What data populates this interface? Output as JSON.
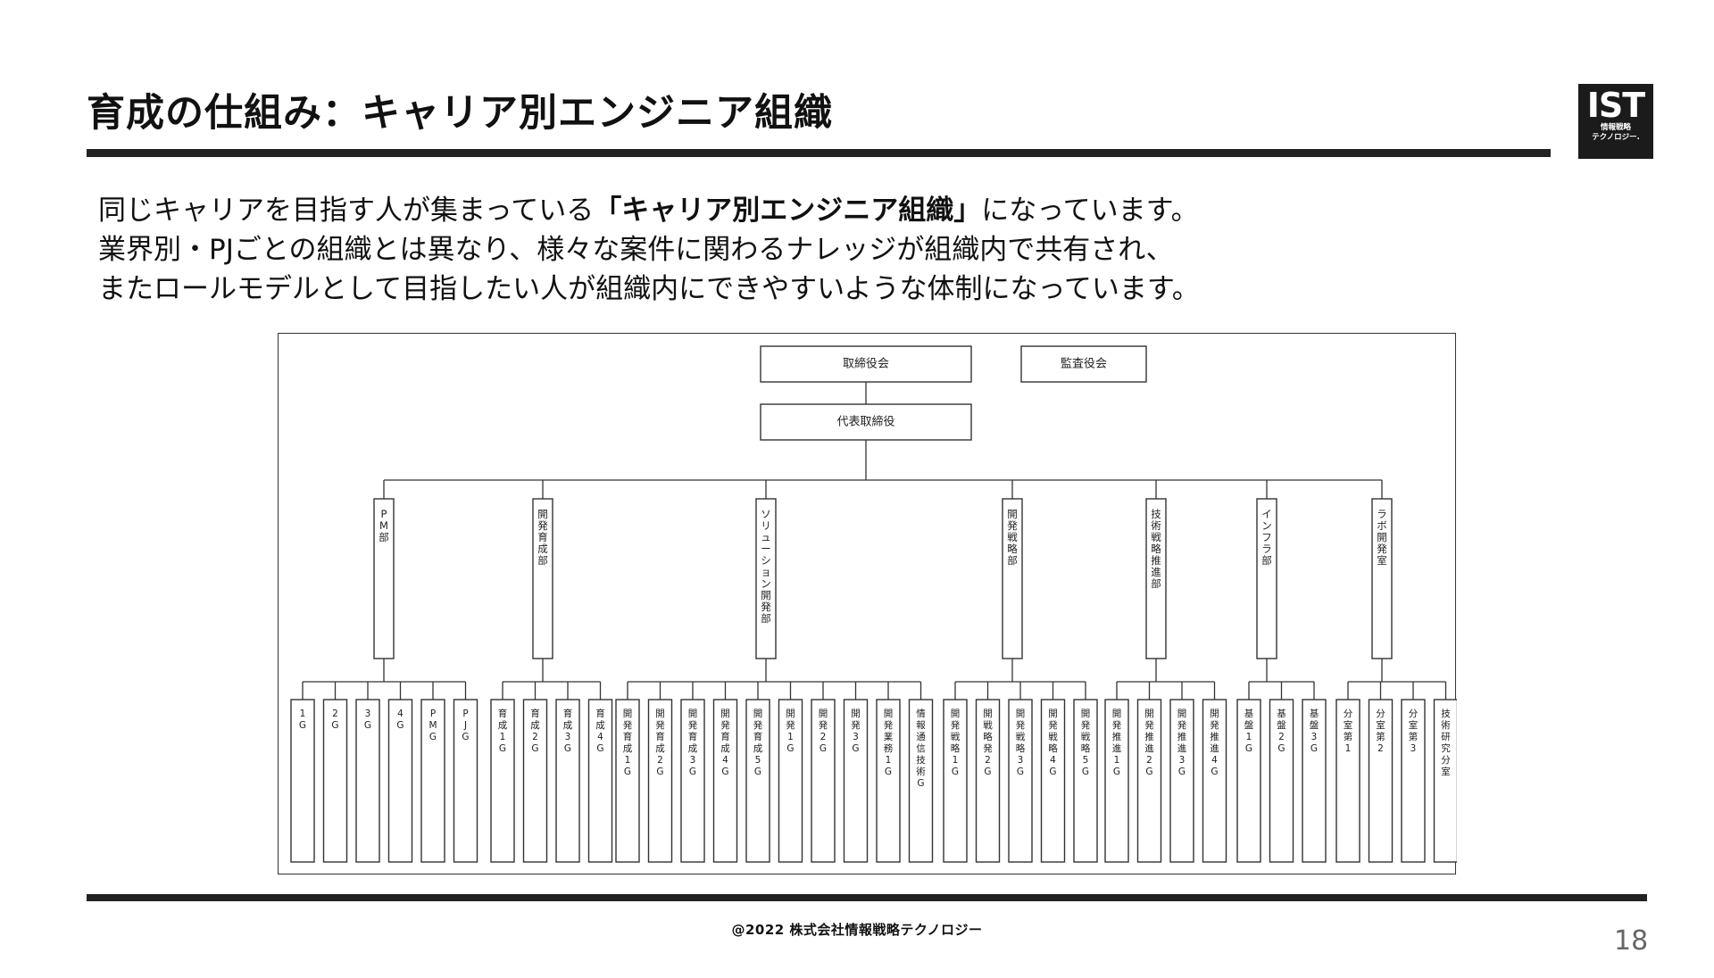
{
  "slide": {
    "title": "育成の仕組み：キャリア別エンジニア組織",
    "logo": {
      "big": "IST",
      "line1": "情報戦略",
      "line2": "テクノロジー."
    },
    "intro": {
      "line1_pre": "同じキャリアを目指す人が集まっている",
      "line1_bold": "「キャリア別エンジニア組織」",
      "line1_post": "になっています。",
      "line2": "業界別・PJごとの組織とは異なり、様々な案件に関わるナレッジが組織内で共有され、",
      "line3": "またロールモデルとして目指したい人が組織内にできやすいような体制になっています。"
    },
    "copyright": "@2022 株式会社情報戦略テクノロジー",
    "page_number": "18"
  },
  "org_chart": {
    "board": "取締役会",
    "auditor": "監査役会",
    "ceo": "代表取締役",
    "departments": [
      {
        "name": "PM部",
        "groups": [
          "1G",
          "2G",
          "3G",
          "4G",
          "PMG",
          "PJG"
        ]
      },
      {
        "name": "開発育成部",
        "groups": [
          "育成1G",
          "育成2G",
          "育成3G",
          "育成4G"
        ]
      },
      {
        "name": "ソリューション開発部",
        "groups": [
          "開発育成1G",
          "開発育成2G",
          "開発育成3G",
          "開発育成4G",
          "開発育成5G",
          "開発1G",
          "開発2G",
          "開発3G",
          "開発業務1G",
          "情報通信技術G"
        ]
      },
      {
        "name": "開発戦略部",
        "groups": [
          "開発戦略1G",
          "開戦略発2G",
          "開発戦略3G",
          "開発戦略4G",
          "開発戦略5G"
        ]
      },
      {
        "name": "技術戦略推進部",
        "groups": [
          "開発推進1G",
          "開発推進2G",
          "開発推進3G",
          "開発推進4G"
        ]
      },
      {
        "name": "インフラ部",
        "groups": [
          "基盤1G",
          "基盤2G",
          "基盤3G"
        ]
      },
      {
        "name": "ラボ開発室",
        "groups": [
          "分室第1",
          "分室第2",
          "分室第3",
          "技術研究分室"
        ]
      }
    ]
  }
}
